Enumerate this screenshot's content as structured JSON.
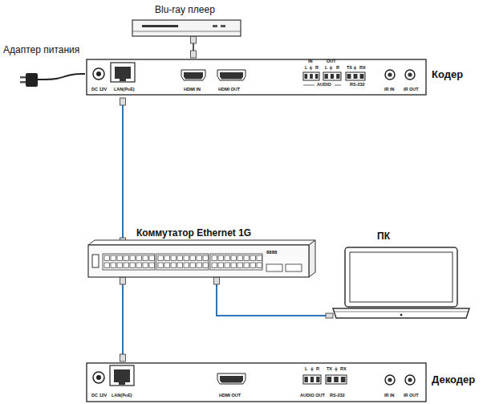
{
  "diagram": {
    "nodes": [
      {
        "text": [
          "Blu-ray плеер"
        ]
      },
      {
        "text": [
          "Адаптер питания"
        ]
      },
      {
        "text": [
          "Кодер",
          "DC 12V",
          "LAN(PoE)",
          "HDMI IN",
          "HDMI OUT",
          "IN",
          "L",
          "R",
          "OUT",
          "L",
          "R",
          "AUDIO",
          "TX",
          "RX",
          "RS-232",
          "IR IN",
          "IR OUT"
        ]
      },
      {
        "text": [
          "Коммутатор Ethernet 1G",
          "8888"
        ]
      },
      {
        "text": [
          "ПК"
        ]
      },
      {
        "text": [
          "Декодер",
          "DC 12V",
          "LAN(PoE)",
          "HDMI OUT",
          "L",
          "R",
          "AUDIO OUT",
          "TX",
          "RX",
          "RS-232",
          "IR IN",
          "IR OUT"
        ]
      }
    ],
    "edges": [
      {
        "from": 0,
        "to": 2,
        "arrow": "none"
      },
      {
        "from": 1,
        "to": 2,
        "arrow": "none"
      },
      {
        "from": 2,
        "to": 3,
        "arrow": "none"
      },
      {
        "from": 3,
        "to": 5,
        "arrow": "none"
      },
      {
        "from": 3,
        "to": 4,
        "arrow": "none"
      }
    ]
  }
}
